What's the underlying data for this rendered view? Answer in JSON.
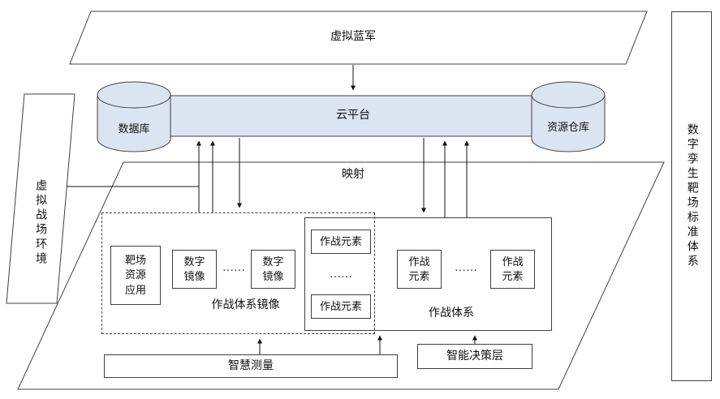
{
  "colors": {
    "shape_fill": "#dbe5f1",
    "stroke": "#404040"
  },
  "diagram": {
    "top_banner": "虚拟蓝军",
    "cloud_platform": "云平台",
    "database": "数据库",
    "resource_repository": "资源仓库",
    "left_panel": "虚拟战场环境",
    "right_panel": "数字孪生靶场标准体系",
    "mapping": "映射",
    "mirror_system": {
      "range_resource_app": "靶场资源应用",
      "digital_mirror_1": "数字镜像",
      "ellipsis_1": "……",
      "digital_mirror_2": "数字镜像",
      "label": "作战体系镜像"
    },
    "shared_elements": {
      "top": "作战元素",
      "ellipsis": "……",
      "bottom": "作战元素"
    },
    "combat_system": {
      "element_1": "作战元素",
      "ellipsis": "……",
      "element_2": "作战元素",
      "label": "作战体系"
    },
    "smart_measurement": "智慧测量",
    "decision_layer": "智能决策层"
  }
}
